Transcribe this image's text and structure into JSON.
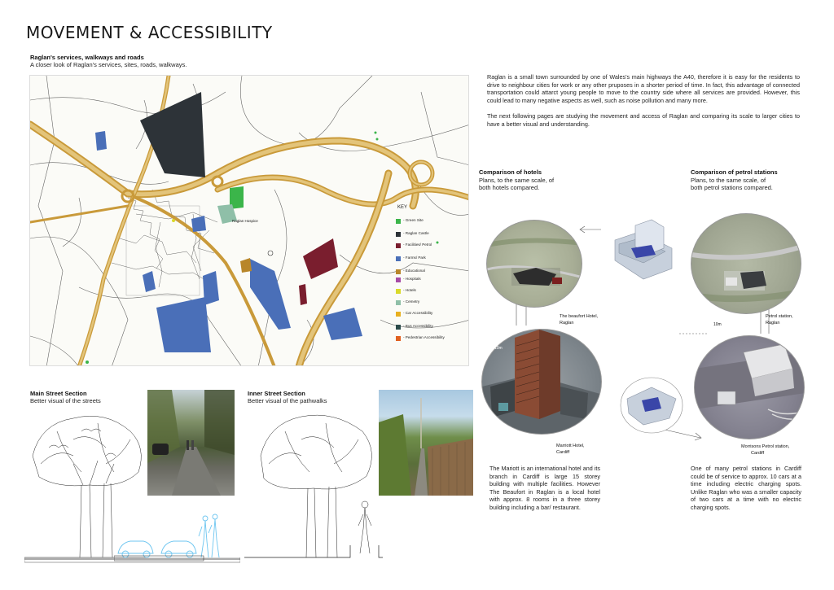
{
  "page": {
    "title": "MOVEMENT & ACCESSIBILITY"
  },
  "map_section": {
    "heading": "Raglan's services, walkways and roads",
    "subheading": "A closer look of Raglan's services, sites, roads, walkways.",
    "labels": {
      "raglan_hospice": "Raglan Hospice",
      "key_title": "KEY"
    },
    "key": [
      {
        "label": "- Green Site",
        "color": "#3bb54a"
      },
      {
        "label": "- Raglan Castle",
        "color": "#2d3338"
      },
      {
        "label": "- Facilities/ Petrol",
        "color": "#7a1e2e"
      },
      {
        "label": "- Farms/ Park",
        "color": "#4a6fb8"
      },
      {
        "label": "- Educational",
        "color": "#b8862a"
      },
      {
        "label": "- Hospitals",
        "color": "#a64aa6"
      },
      {
        "label": "- Hotels",
        "color": "#d9d92a"
      },
      {
        "label": "- Cemetry",
        "color": "#8fbfa8"
      },
      {
        "label": "- Car Accessibility",
        "color": "#e8b020"
      },
      {
        "label": "- Bus Accessibility",
        "color": "#2b4a4a"
      },
      {
        "label": "- Pedestrian Accessibility",
        "color": "#e06020"
      }
    ]
  },
  "intro": {
    "paragraph_1": "Raglan is a small town surrounded by one of Wales's main highways the A40, therefore it is easy for the residents to drive to neighbour cities for work or any other pruposes in a shorter period of time. In fact, this advantage of connected transportation could attarct young people to move to the country side where all services are provided. However, this could lead to many negative aspects as well, such as noise pollution and many more.",
    "paragraph_2": "The next following pages are studying the movement and access of Raglan and comparing its scale to larger cities to have a better visual and understanding."
  },
  "hotels": {
    "heading": "Comparison of hotels",
    "sub_1": "Plans, to the same scale, of",
    "sub_2": "both hotels compared.",
    "beaufort_label_1": "The beaufort Hotel,",
    "beaufort_label_2": "Raglan",
    "marriott_label_1": "Marriott Hotel,",
    "marriott_label_2": "Cardiff",
    "scale": "10m",
    "text": "The Mariott is an international hotel and its branch in Cardiff is large 15 storey building with multiple facilities. However The Beaufort in Raglan is a local hotel with approx. 8 rooms in a three storey building including a bar/ restaurant."
  },
  "petrol": {
    "heading": "Comparison of petrol stations",
    "sub_1": "Plans, to the same scale, of",
    "sub_2": "both petrol stations compared.",
    "raglan_label_1": "Petrol station,",
    "raglan_label_2": "Raglan",
    "morrisons_label_1": "Morrisons Petrol station,",
    "morrisons_label_2": "Cardiff",
    "scale": "10m",
    "text": "One of many petrol stations in Cardiff could be of service to approx. 10 cars at a time including electric charging spots. Unlike Raglan who was a smaller capacity of two cars at a time with no electric charging spots."
  },
  "main_street": {
    "heading": "Main Street Section",
    "sub": "Better visual of the streets"
  },
  "inner_street": {
    "heading": "Inner Street Section",
    "sub": "Better visual of the pathwalks"
  }
}
